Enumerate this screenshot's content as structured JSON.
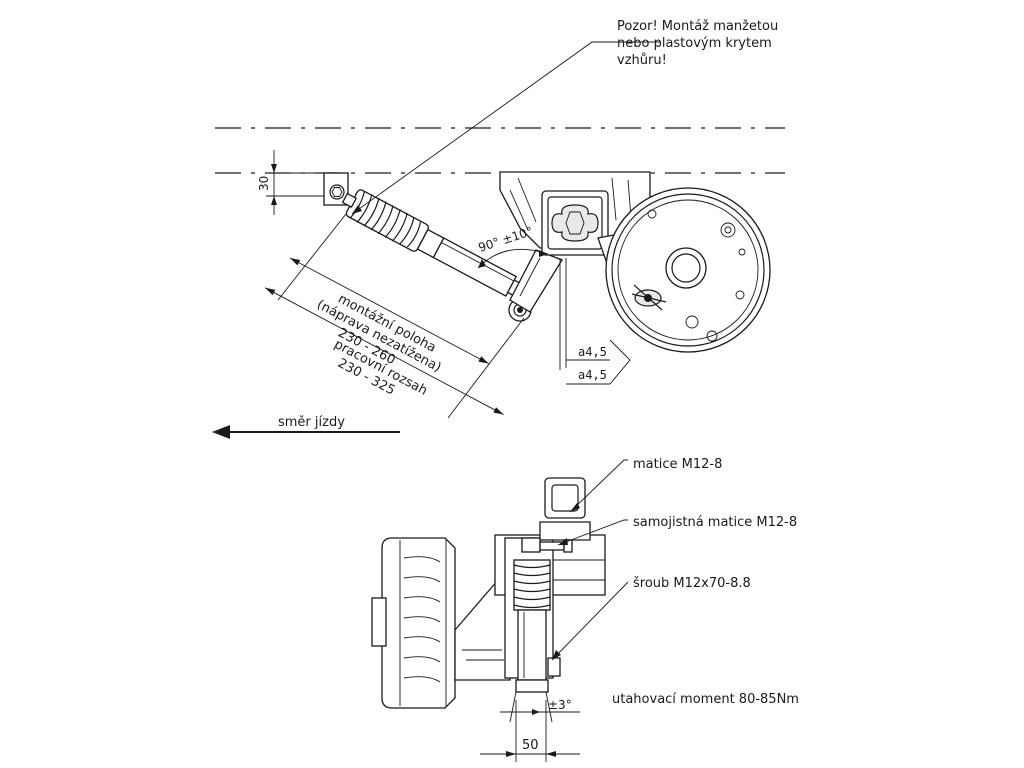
{
  "top_view": {
    "warning_note": [
      "Pozor! Montáž manžetou",
      "nebo plastovým krytem",
      "vzhůru!"
    ],
    "dim_vertical": "30",
    "angle_label": "90° ±10°",
    "mount_label": [
      "montážní poloha",
      "(náprava nezatížena)",
      "230 - 260"
    ],
    "work_label": [
      "pracovní rozsah",
      "230 - 325"
    ],
    "weld_symbols": [
      "a4,5",
      "a4,5"
    ],
    "direction_label": "směr jízdy"
  },
  "bottom_view": {
    "callouts": [
      "matice M12-8",
      "samojistná matice M12-8",
      "šroub M12x70-8.8",
      "utahovací moment 80-85Nm"
    ],
    "tolerance_label": "±3°",
    "dim_bottom": "50"
  }
}
